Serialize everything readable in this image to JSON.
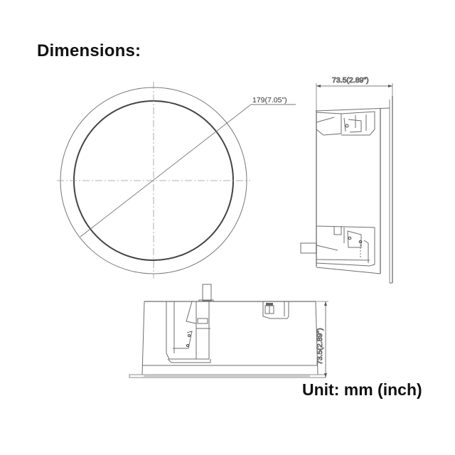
{
  "title": "Dimensions:",
  "unit_label": "Unit: mm (inch)",
  "colors": {
    "line": "#6e6e6e",
    "line_dark": "#444444",
    "text": "#111111",
    "background": "#ffffff"
  },
  "views": {
    "front": {
      "name": "front-view-circle",
      "diameter_label": "179(7.05\")"
    },
    "side": {
      "name": "side-view",
      "depth_label": "73.5(2.89\")"
    },
    "bottom": {
      "name": "bottom-view",
      "height_label": "73.5(2.89\")"
    }
  }
}
